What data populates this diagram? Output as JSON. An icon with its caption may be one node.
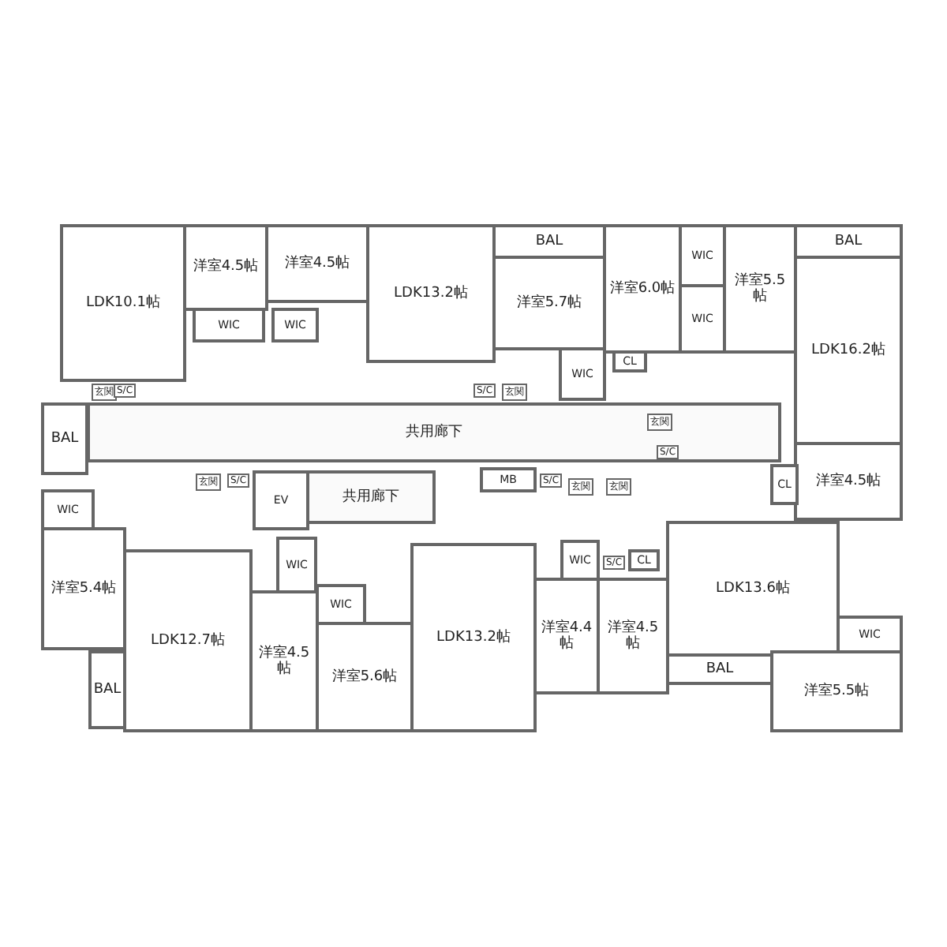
{
  "diagram": {
    "nodes": [
      {
        "text": [
          "LDK10.1帖"
        ]
      },
      {
        "text": [
          "洋室4.5帖"
        ]
      },
      {
        "text": [
          "WIC"
        ]
      },
      {
        "text": [
          "洋室4.5帖"
        ]
      },
      {
        "text": [
          "WIC"
        ]
      },
      {
        "text": [
          "LDK13.2帖"
        ]
      },
      {
        "text": [
          "BAL"
        ]
      },
      {
        "text": [
          "洋室5.7帖"
        ]
      },
      {
        "text": [
          "WIC"
        ]
      },
      {
        "text": [
          "洋室6.0帖"
        ]
      },
      {
        "text": [
          "WIC"
        ]
      },
      {
        "text": [
          "WIC"
        ]
      },
      {
        "text": [
          "洋室5.5帖"
        ]
      },
      {
        "text": [
          "BAL"
        ]
      },
      {
        "text": [
          "LDK16.2帖"
        ]
      },
      {
        "text": [
          "洋室4.5帖"
        ]
      },
      {
        "text": [
          "CL"
        ]
      },
      {
        "text": [
          "共用廊下"
        ]
      },
      {
        "text": [
          "BAL"
        ]
      },
      {
        "text": [
          "WIC"
        ]
      },
      {
        "text": [
          "洋室5.4帖"
        ]
      },
      {
        "text": [
          "LDK12.7帖"
        ]
      },
      {
        "text": [
          "BAL"
        ]
      },
      {
        "text": [
          "EV"
        ]
      },
      {
        "text": [
          "共用廊下"
        ]
      },
      {
        "text": [
          "WIC"
        ]
      },
      {
        "text": [
          "洋室4.5帖"
        ]
      },
      {
        "text": [
          "WIC"
        ]
      },
      {
        "text": [
          "洋室5.6帖"
        ]
      },
      {
        "text": [
          "LDK13.2帖"
        ]
      },
      {
        "text": [
          "MB"
        ]
      },
      {
        "text": [
          "洋室4.4帖"
        ]
      },
      {
        "text": [
          "WIC"
        ]
      },
      {
        "text": [
          "洋室4.5帖"
        ]
      },
      {
        "text": [
          "CL"
        ]
      },
      {
        "text": [
          "LDK13.6帖"
        ]
      },
      {
        "text": [
          "BAL"
        ]
      },
      {
        "text": [
          "WIC"
        ]
      },
      {
        "text": [
          "洋室5.5帖"
        ]
      },
      {
        "text": [
          "CL"
        ]
      }
    ],
    "labels": [
      "玄関",
      "S/C",
      "S/C",
      "玄関",
      "玄関",
      "S/C",
      "玄関",
      "S/C",
      "S/C",
      "玄関",
      "玄関",
      "S/C"
    ]
  }
}
